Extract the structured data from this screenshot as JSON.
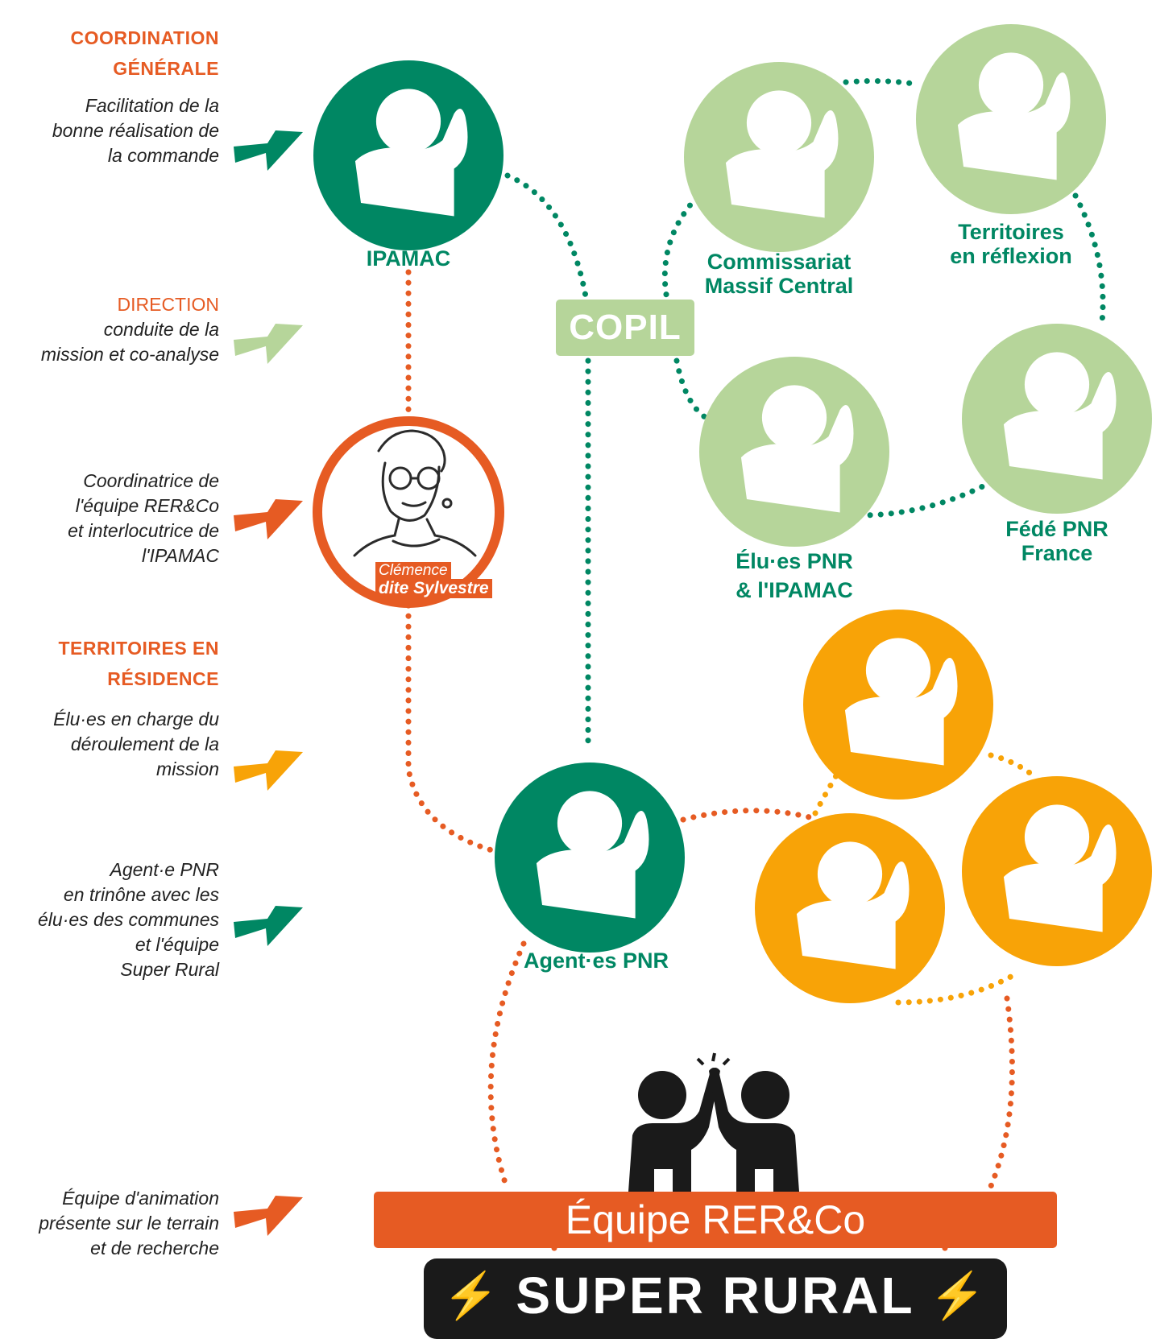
{
  "colors": {
    "orange": "#e65b23",
    "dark_green": "#008763",
    "light_green": "#b6d59a",
    "yellow": "#f8a307",
    "black": "#1a1a1a"
  },
  "sidebar": {
    "coordination": {
      "header_line1": "COORDINATION",
      "header_line2": "GÉNÉRALE",
      "desc": [
        "Facilitation de la",
        "bonne réalisation de",
        "la commande"
      ]
    },
    "direction": {
      "header": "DIRECTION",
      "desc": [
        "conduite de la",
        "mission et co-analyse"
      ]
    },
    "coordinatrice": {
      "desc": [
        "Coordinatrice de",
        "l'équipe RER&Co",
        "et interlocutrice de",
        "l'IPAMAC"
      ]
    },
    "territoires": {
      "header_line1": "TERRITOIRES EN",
      "header_line2": "RÉSIDENCE",
      "desc": [
        "Élu·es en charge du",
        "déroulement de la",
        "mission"
      ]
    },
    "agent": {
      "desc": [
        "Agent·e PNR",
        "en trinône avec les",
        "élu·es des communes",
        "et l'équipe",
        "Super Rural"
      ]
    },
    "equipe": {
      "desc": [
        "Équipe d'animation",
        "présente sur le terrain",
        "et de recherche"
      ]
    }
  },
  "nodes": {
    "ipamac": "IPAMAC",
    "commissariat": [
      "Commissariat",
      "Massif Central"
    ],
    "territoires_reflexion": [
      "Territoires",
      "en réflexion"
    ],
    "elus_pnr": [
      "Élu·es PNR",
      "& l'IPAMAC"
    ],
    "fede_pnr": [
      "Fédé PNR",
      "France"
    ],
    "agents_pnr": "Agent·es PNR",
    "copil": "COPIL",
    "portrait_name": "Clémence",
    "portrait_alias": "dite Sylvestre"
  },
  "team": {
    "equipe_label": "Équipe RER&Co",
    "super_rural": "SUPER RURAL"
  },
  "icons": {
    "person": "person-icon",
    "bolt": "lightning-bolt-icon",
    "high_five": "high-five-icon"
  }
}
